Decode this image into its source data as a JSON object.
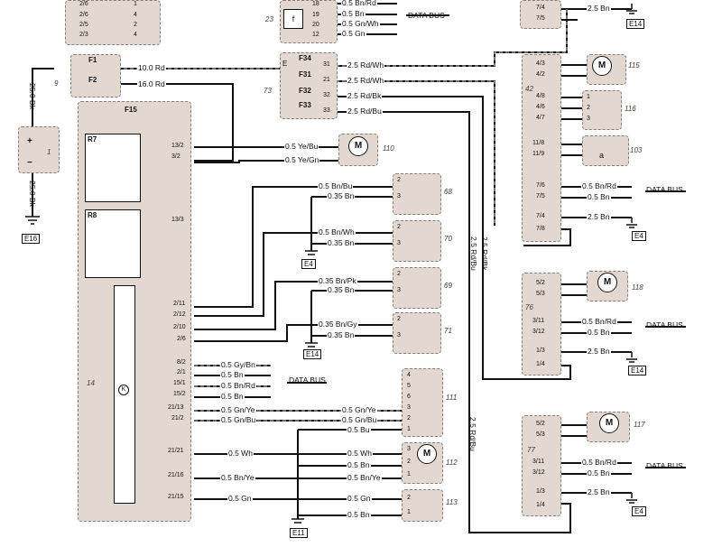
{
  "components": {
    "top_left": {
      "pins": [
        "2/6",
        "2/6",
        "2/5",
        "2/3"
      ],
      "nums": [
        "1",
        "4",
        "2",
        "4"
      ]
    },
    "c23": {
      "tag": "23",
      "inner": "f",
      "pins": [
        "18",
        "19",
        "20",
        "12"
      ],
      "wires": [
        "0.5 Bn/Rd",
        "0.5 Bn",
        "0.5 Gn/Wh",
        "0.5 Gn"
      ]
    },
    "c9": {
      "tag": "9"
    },
    "fuse_box": {
      "f1": "F1",
      "f2": "F2",
      "w1": "10.0 Rd",
      "w2": "16.0 Rd"
    },
    "c73": {
      "tag": "73",
      "e": "E",
      "fuses": [
        "F34",
        "F31",
        "F32",
        "F33"
      ],
      "pins": [
        "31",
        "21",
        "32",
        "33"
      ],
      "wires": [
        "2.5 Rd/Wh",
        "2.5 Rd/Wh",
        "2.5 Rd/Bk",
        "2.5 Rd/Bu"
      ]
    },
    "battery": {
      "tag": "1",
      "wire_top": "25.0 Bk",
      "wire_bot": "25.0 Bk",
      "gnd": "E16",
      "plus": "+",
      "minus": "−"
    },
    "c14": {
      "tag": "14",
      "f15": "F15",
      "r7": "R7",
      "r8": "R8",
      "k": "K",
      "pins_a": [
        "13/2",
        "3/2"
      ],
      "pin_b": "13/3",
      "pins_c": [
        "2/11",
        "2/12",
        "2/10",
        "2/6"
      ],
      "pins_d": [
        "8/2",
        "2/1",
        "15/1",
        "15/2"
      ],
      "pins_e": [
        "21/13",
        "21/2"
      ],
      "pins_f": [
        "21/21",
        "21/16",
        "21/15"
      ]
    },
    "c110": {
      "tag": "110",
      "motor": "M",
      "wires": [
        "0.5 Ye/Bu",
        "0.5 Ye/Gn"
      ]
    },
    "c68": {
      "tag": "68",
      "wires": [
        "0.5 Bn/Bu",
        "0.35 Bn"
      ],
      "pins": [
        "2",
        "3"
      ]
    },
    "c70": {
      "tag": "70",
      "wires": [
        "0.5 Bn/Wh",
        "0.35 Bn"
      ],
      "pins": [
        "2",
        "3"
      ]
    },
    "c69": {
      "tag": "69",
      "wires": [
        "0.35 Bn/Pk",
        "0.35 Bn"
      ],
      "pins": [
        "2",
        "3"
      ]
    },
    "c71": {
      "tag": "71",
      "wires": [
        "0.35 Bn/Gy",
        "0.35 Bn"
      ],
      "pins": [
        "2",
        "3"
      ]
    },
    "gnd_e4": "E4",
    "gnd_e14": "E14",
    "c14_wires_d": [
      "0.5 Gy/Bn",
      "0.5 Bn",
      "0.5 Bn/Rd",
      "0.5 Bn"
    ],
    "data_bus": "DATA BUS",
    "c14_wires_e": [
      "0.5 Gn/Ye",
      "0.5 Gn/Bu"
    ],
    "c111": {
      "tag": "111",
      "pins": [
        "4",
        "5",
        "6",
        "3",
        "2",
        "1"
      ],
      "wires": [
        "0.5 Gn/Ye",
        "0.5 Gn/Bu",
        "0.5 Bu"
      ]
    },
    "c112": {
      "tag": "112",
      "motor": "M",
      "pins": [
        "3",
        "2",
        "1"
      ],
      "wires": [
        "0.5 Wh",
        "0.5 Bn",
        "0.5 Bn/Ye"
      ],
      "in_wires": [
        "0.5 Wh",
        "0.5 Bn/Ye"
      ]
    },
    "c113": {
      "tag": "113",
      "pins": [
        "2",
        "1"
      ],
      "wires": [
        "0.5 Gn",
        "0.5 Bn"
      ],
      "in_wire": "0.5 Gn"
    },
    "gnd_e11": "E11",
    "right_top": {
      "pins": [
        "7/4",
        "7/5"
      ],
      "wire": "2.5 Bn",
      "gnd": "E14"
    },
    "c42": {
      "tag": "42",
      "pins": [
        "4/3",
        "4/2",
        "4/8",
        "4/6",
        "4/7",
        "11/8",
        "11/9",
        "7/6",
        "7/5",
        "7/4",
        "7/8"
      ],
      "wires": [
        "0.5 Bn/Rd",
        "0.5 Bn",
        "2.5 Bn"
      ],
      "gnd": "E4"
    },
    "c115": {
      "tag": "115",
      "motor": "M"
    },
    "c116": {
      "tag": "116",
      "pins": [
        "1",
        "2",
        "3"
      ]
    },
    "c103": {
      "tag": "103",
      "a": "a"
    },
    "c76": {
      "tag": "76",
      "pins": [
        "5/2",
        "5/3",
        "3/11",
        "3/12",
        "1/3",
        "1/4"
      ],
      "wires": [
        "0.5 Bn/Rd",
        "0.5 Bn",
        "2.5 Bn"
      ],
      "gnd": "E14"
    },
    "c118": {
      "tag": "118",
      "motor": "M"
    },
    "c77": {
      "tag": "77",
      "pins": [
        "5/2",
        "5/3",
        "3/11",
        "3/12",
        "1/3",
        "1/4"
      ],
      "wires": [
        "0.5 Bn/Rd",
        "0.5 Bn",
        "2.5 Bn"
      ],
      "gnd": "E4"
    },
    "c117": {
      "tag": "117",
      "motor": "M"
    },
    "vertical_wires": [
      "2.5 Rd/Bu",
      "2.5 Rd/Bk",
      "2.5 Rd/Bu"
    ]
  }
}
